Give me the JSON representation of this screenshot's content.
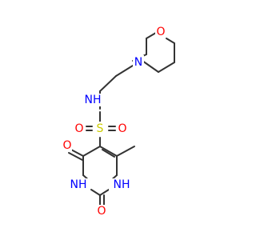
{
  "molecule": {
    "colors": {
      "bond": "#333333",
      "nitrogen": "#0000ff",
      "oxygen": "#ff0000",
      "sulfur": "#cccc00",
      "carbon": "#333333"
    },
    "labels": {
      "morpholine_o": "O",
      "morpholine_n": "N",
      "sulfonamide_nh": "NH",
      "sulfur": "S",
      "sulfonyl_o_left": "O",
      "sulfonyl_o_right": "O",
      "carbonyl_o_upper": "O",
      "ring_nh_left": "NH",
      "ring_nh_right": "NH",
      "carbonyl_o_lower": "O"
    }
  }
}
